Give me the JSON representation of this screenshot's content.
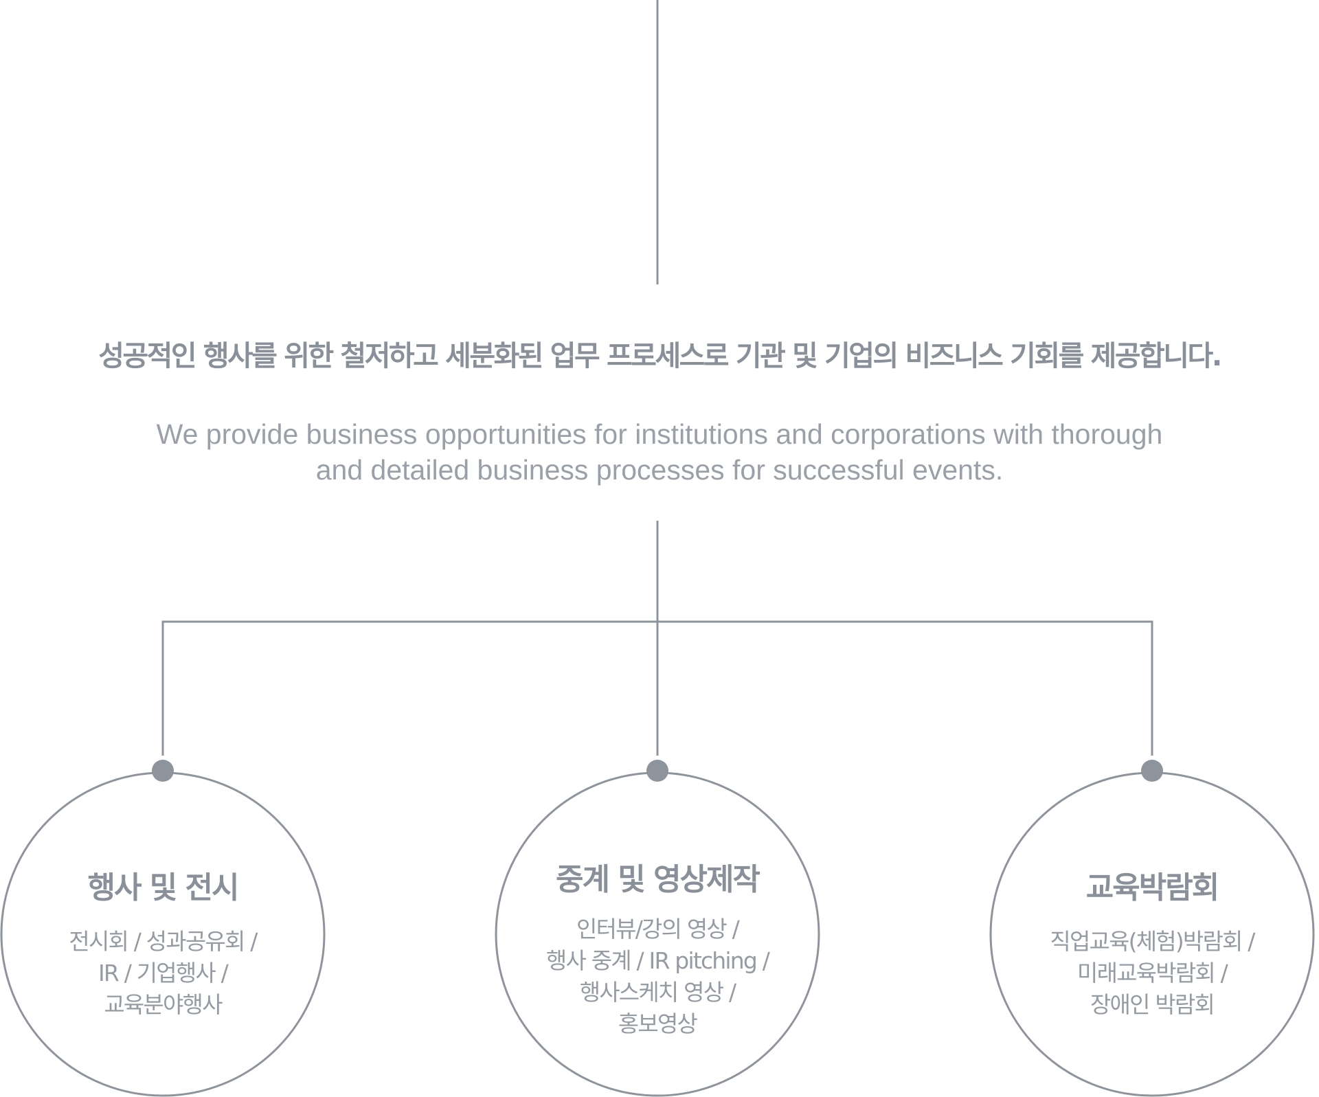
{
  "heading": {
    "korean": "성공적인 행사를 위한 철저하고 세분화된 업무 프로세스로 기관 및 기업의 비즈니스 기회를 제공합니다.",
    "english_lines": [
      "We provide business opportunities for institutions and corporations with thorough",
      "and detailed business processes for successful events."
    ]
  },
  "nodes": [
    {
      "title": "행사 및 전시",
      "lines": [
        "전시회 / 성과공유회 /",
        "IR / 기업행사 /",
        "교육분야행사"
      ]
    },
    {
      "title": "중계 및 영상제작",
      "lines": [
        "인터뷰/강의 영상 /",
        "행사 중계  / IR pitching /",
        "행사스케치 영상 /",
        "홍보영상"
      ]
    },
    {
      "title": "교육박람회",
      "lines": [
        "직업교육(체험)박람회 /",
        "미래교육박람회 /",
        "장애인 박람회"
      ]
    }
  ],
  "colors": {
    "line": "#8e949c",
    "dot": "#8e949c",
    "text": "#8a9099"
  }
}
